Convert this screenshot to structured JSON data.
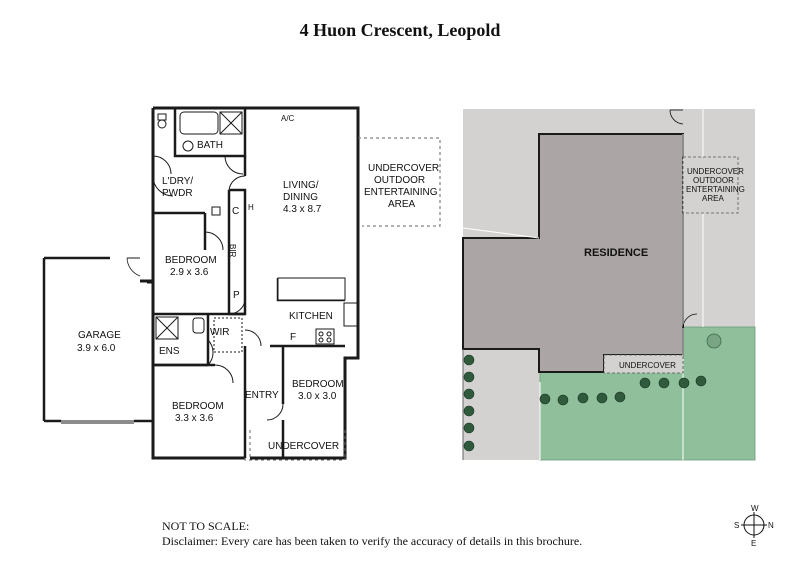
{
  "title": "4 Huon Crescent, Leopold",
  "floorplan": {
    "ac": "A/C",
    "bath": "BATH",
    "laundry_1": "L'DRY/",
    "laundry_2": "PWDR",
    "living_1": "LIVING/",
    "living_2": "DINING",
    "living_dim": "4.3 x 8.7",
    "outdoor_1": "UNDERCOVER",
    "outdoor_2": "OUTDOOR",
    "outdoor_3": "ENTERTAINING",
    "outdoor_4": "AREA",
    "c": "C",
    "h": "H",
    "bir": "BIR",
    "p": "P",
    "bed2": "BEDROOM",
    "bed2_dim": "2.9 x 3.6",
    "garage": "GARAGE",
    "garage_dim": "3.9 x 6.0",
    "kitchen": "KITCHEN",
    "f": "F",
    "wir": "WIR",
    "ens": "ENS",
    "bed1": "BEDROOM",
    "bed1_dim": "3.3 x 3.6",
    "entry": "ENTRY",
    "bed3": "BEDROOM",
    "bed3_dim": "3.0 x 3.0",
    "undercover": "UNDERCOVER"
  },
  "siteplan": {
    "residence": "RESIDENCE",
    "outdoor_1": "UNDERCOVER",
    "outdoor_2": "OUTDOOR",
    "outdoor_3": "ENTERTAINING",
    "outdoor_4": "AREA",
    "undercover": "UNDERCOVER"
  },
  "compass": {
    "w": "W",
    "s": "S",
    "n": "N",
    "e": "E"
  },
  "footer": {
    "line1": "NOT TO SCALE:",
    "line2": "Disclaimer: Every care has been taken to verify the accuracy of details in this brochure."
  },
  "colors": {
    "lot": "#d3d2d0",
    "residence": "#aca5a5",
    "lawn": "#8fbf9b",
    "wall": "#1a1a1a"
  }
}
